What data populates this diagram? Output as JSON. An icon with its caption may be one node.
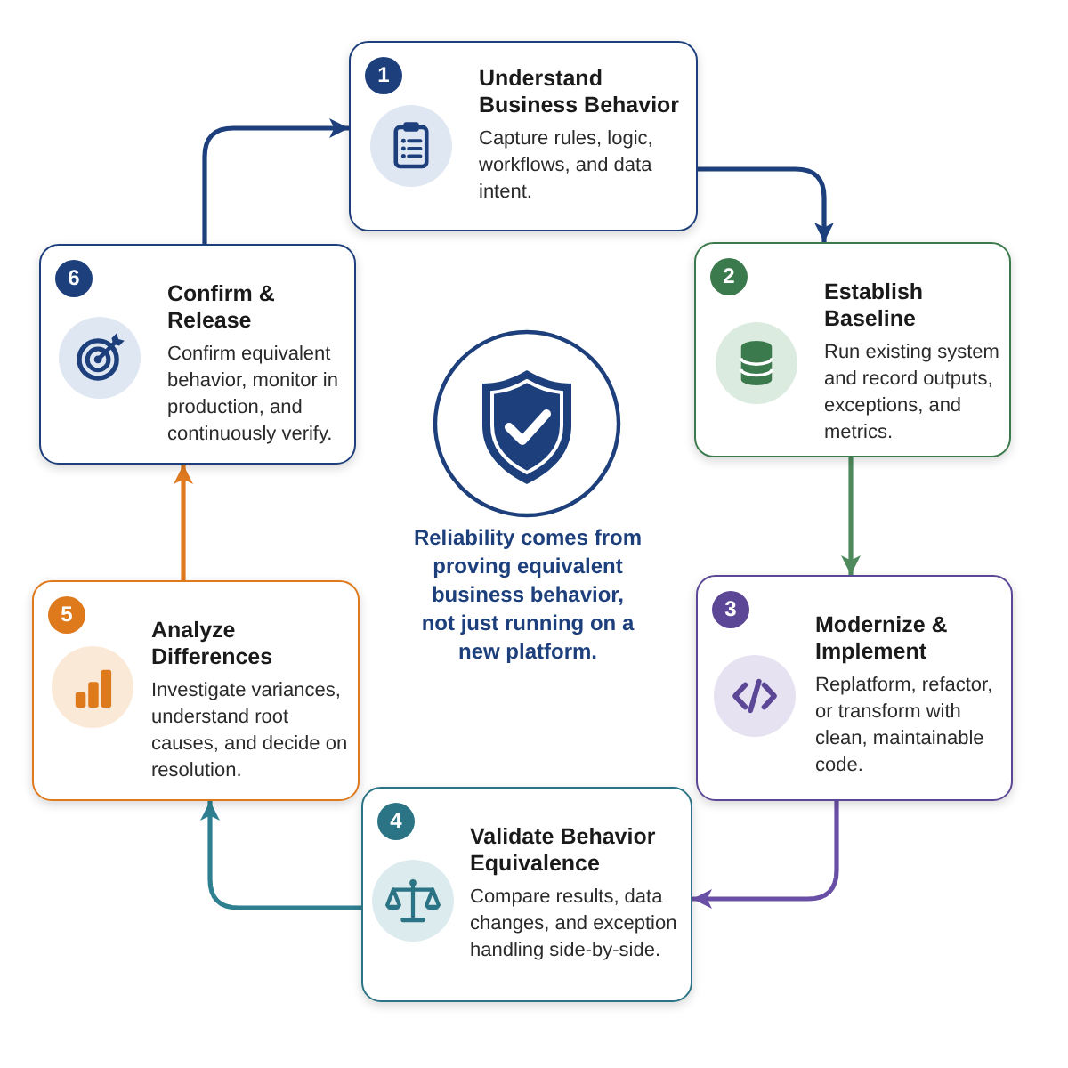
{
  "diagram": {
    "nodes": [
      {
        "text": [
          "1",
          "Understand Business Behavior",
          "Capture rules, logic, workflows, and data intent."
        ]
      },
      {
        "text": [
          "2",
          "Establish Baseline",
          "Run existing system and record outputs, exceptions, and metrics."
        ]
      },
      {
        "text": [
          "3",
          "Modernize & Implement",
          "Replatform, refactor, or transform with clean, maintainable code."
        ]
      },
      {
        "text": [
          "4",
          "Validate Behavior Equivalence",
          "Compare results, data changes, and exception handling side-by-side."
        ]
      },
      {
        "text": [
          "5",
          "Analyze Differences",
          "Investigate variances, understand root causes, and decide on resolution."
        ]
      },
      {
        "text": [
          "6",
          "Confirm & Release",
          "Confirm equivalent behavior, monitor in production, and continuously verify."
        ]
      }
    ],
    "edges": [
      {
        "from": 0,
        "to": 1,
        "arrow": "to",
        "color": "#1d3f7c"
      },
      {
        "from": 1,
        "to": 2,
        "arrow": "to",
        "color": "#4f8a5c"
      },
      {
        "from": 2,
        "to": 3,
        "arrow": "to",
        "color": "#6a4fa6"
      },
      {
        "from": 3,
        "to": 4,
        "arrow": "to",
        "color": "#2e7f8f"
      },
      {
        "from": 4,
        "to": 5,
        "arrow": "to",
        "color": "#e07a1f"
      },
      {
        "from": 5,
        "to": 0,
        "arrow": "to",
        "color": "#1d3f7c"
      }
    ],
    "labels": [
      "Reliability comes from proving equivalent business behavior, not just running on a new platform."
    ]
  }
}
